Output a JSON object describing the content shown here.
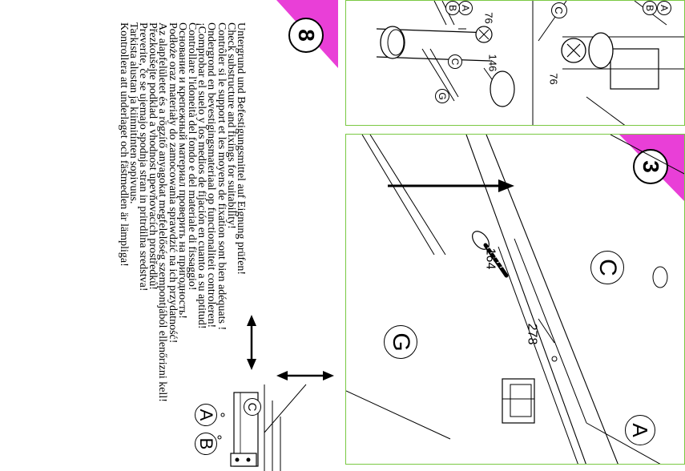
{
  "step_left": {
    "number": "8",
    "instructions": [
      "Untergrund und Befestigungsmittel auf Eignung prüfen!",
      "Check substructure and fixings for suitability!",
      "Contrôler si le support et les moyens de fixation sont bien adéquats !",
      "Ondergrond en bevestigingsmateriaal op functionaliteit controleren!",
      "¡Comprobar el suelo y los medios de fijación en cuanto a su aptitud!",
      "Controllare l'idoneità del fondo e del materiale di fissaggio!",
      "Основание и крепежный материал проверить на пригодность!",
      "Podłoże oraz materiały do zamocowania sprawdzić na ich przydatność!",
      "Az alapfelületet és a rögzítő anyagokat megfelelőség szempontjából ellenőrizni kell!",
      "Přezkoušejte podklad a vhodnost upevňovacích prostředků!",
      "Preverite, če se ujemajo spodnja stran in pritrdilna sredstva!",
      "Tarkista alustan ja kiinnitinten sopivuus.",
      "Kontrollera att underlaget och fästmedlen är lämpliga!"
    ],
    "labels": {
      "a": "A",
      "b": "B",
      "c": "C"
    }
  },
  "step_top_right": {
    "labels": {
      "a": "A",
      "b": "B",
      "c": "C",
      "g": "G"
    },
    "parts": {
      "p76a": "76",
      "p76b": "76",
      "p146": "146"
    }
  },
  "step_right": {
    "number": "3",
    "labels": {
      "a": "A",
      "c": "C",
      "g": "G"
    },
    "parts": {
      "p164": "164",
      "p278": "278"
    }
  },
  "colors": {
    "accent": "#e93fd7",
    "frame": "#7ac943"
  }
}
